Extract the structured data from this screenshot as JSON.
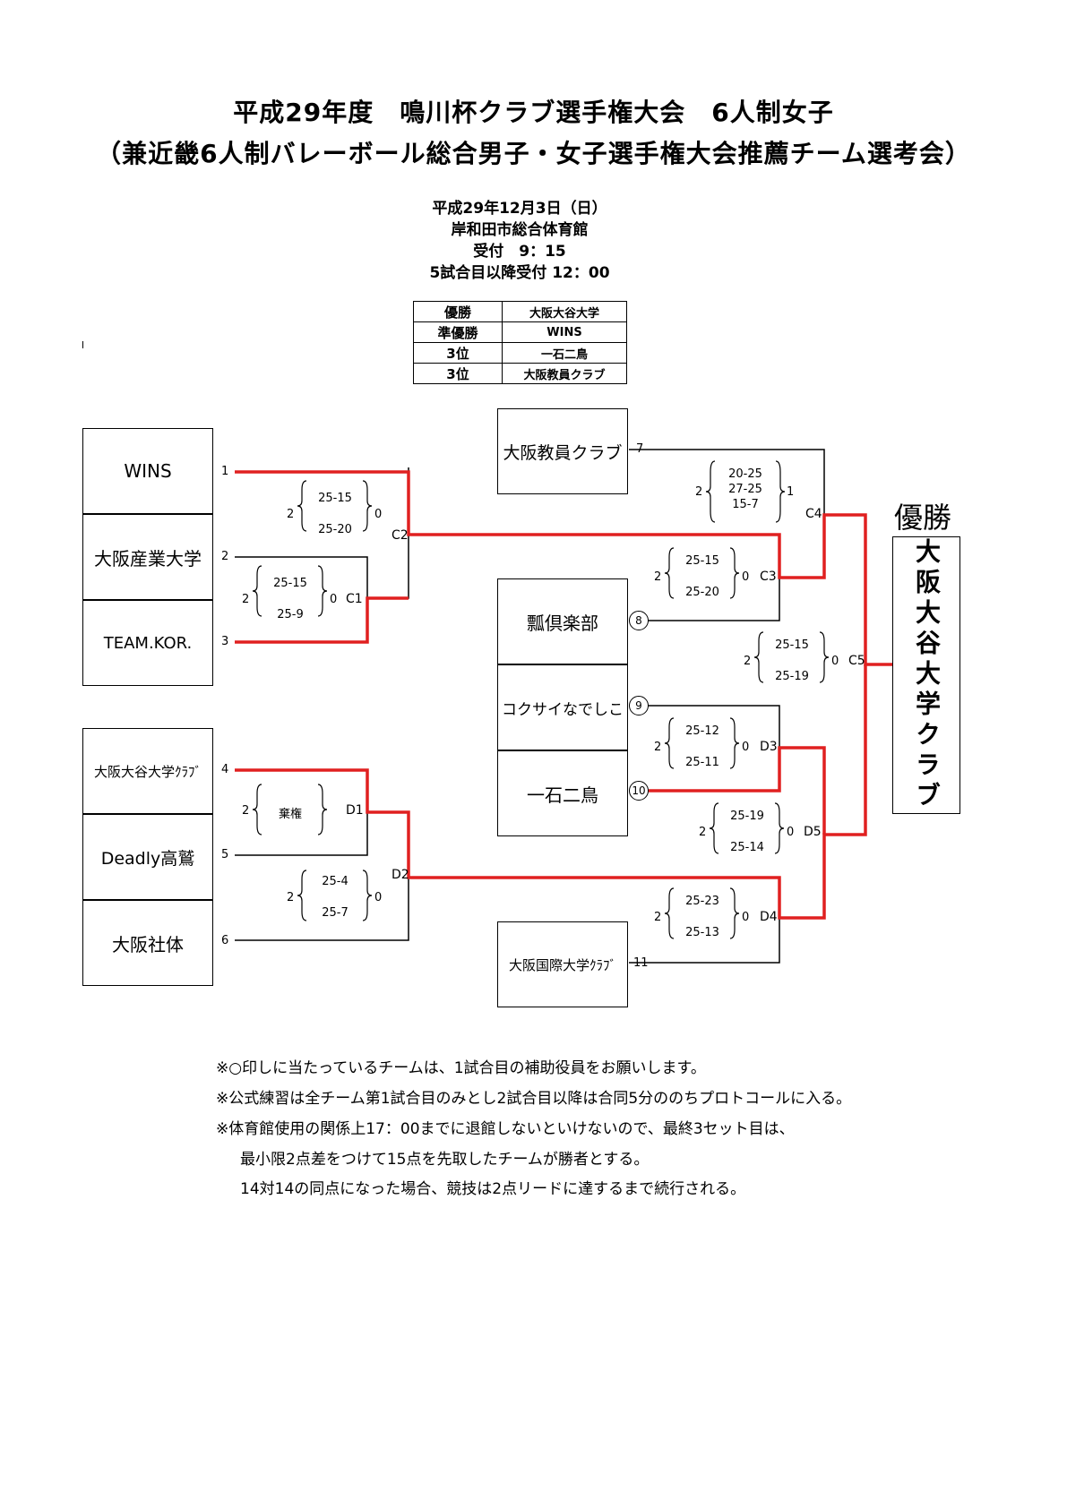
{
  "header": {
    "title_line1": "平成29年度　鳴川杯クラブ選手権大会　6人制女子",
    "title_line2": "（兼近畿6人制バレーボール総合男子・女子選手権大会推薦チーム選考会）",
    "date": "平成29年12月3日（日）",
    "venue": "岸和田市総合体育館",
    "reception": "受付　9：15",
    "reception2": "5試合目以降受付 12：00"
  },
  "results": [
    {
      "rank": "優勝",
      "team": "大阪大谷大学"
    },
    {
      "rank": "準優勝",
      "team": "WINS"
    },
    {
      "rank": "3位",
      "team": "一石二鳥"
    },
    {
      "rank": "3位",
      "team": "大阪教員クラブ"
    }
  ],
  "teams": {
    "t1": {
      "name": "WINS",
      "no": "1"
    },
    "t2": {
      "name": "大阪産業大学",
      "no": "2"
    },
    "t3": {
      "name": "TEAM.KOR.",
      "no": "3"
    },
    "t4": {
      "name": "大阪大谷大学ｸﾗﾌﾞ",
      "no": "4"
    },
    "t5": {
      "name": "Deadly高鷲",
      "no": "5"
    },
    "t6": {
      "name": "大阪社体",
      "no": "6"
    },
    "t7": {
      "name": "大阪教員クラブ",
      "no": "7"
    },
    "t8": {
      "name": "瓢倶楽部",
      "no": "8"
    },
    "t9": {
      "name": "コクサイなでしこ",
      "no": "9"
    },
    "t10": {
      "name": "一石二鳥",
      "no": "10"
    },
    "t11": {
      "name": "大阪国際大学ｸﾗﾌﾞ",
      "no": "11"
    }
  },
  "matches": {
    "C1": {
      "label": "C1",
      "left": "2",
      "right": "0",
      "sets": [
        "25-15",
        "25-9"
      ]
    },
    "C2": {
      "label": "C2",
      "left": "2",
      "right": "0",
      "sets": [
        "25-15",
        "25-20"
      ]
    },
    "C3": {
      "label": "C3",
      "left": "2",
      "right": "0",
      "sets": [
        "25-15",
        "25-20"
      ]
    },
    "C4": {
      "label": "C4",
      "left": "2",
      "right": "1",
      "sets": [
        "20-25",
        "27-25",
        "15-7"
      ]
    },
    "C5": {
      "label": "C5",
      "left": "2",
      "right": "0",
      "sets": [
        "25-15",
        "25-19"
      ]
    },
    "D1": {
      "label": "D1",
      "left": "2",
      "note": "棄権"
    },
    "D2": {
      "label": "D2",
      "left": "2",
      "right": "0",
      "sets": [
        "25-4",
        "25-7"
      ]
    },
    "D3": {
      "label": "D3",
      "left": "2",
      "right": "0",
      "sets": [
        "25-12",
        "25-11"
      ]
    },
    "D4": {
      "label": "D4",
      "left": "2",
      "right": "0",
      "sets": [
        "25-23",
        "25-13"
      ]
    },
    "D5": {
      "label": "D5",
      "left": "2",
      "right": "0",
      "sets": [
        "25-19",
        "25-14"
      ]
    }
  },
  "champion": {
    "heading": "優勝",
    "team": "大阪大谷大学クラブ"
  },
  "notes": [
    "※○印しに当たっているチームは、1試合目の補助役員をお願いします。",
    "※公式練習は全チーム第1試合目のみとし2試合目以降は合同5分ののちプロトコールに入る。",
    "※体育館使用の関係上17：00までに退館しないといけないので、最終3セット目は、",
    "最小限2点差をつけて15点を先取したチームが勝者とする。",
    "14対14の同点になった場合、競技は2点リードに達するまで続行される。"
  ],
  "colors": {
    "winner_line": "#e02020",
    "line": "#000000"
  }
}
